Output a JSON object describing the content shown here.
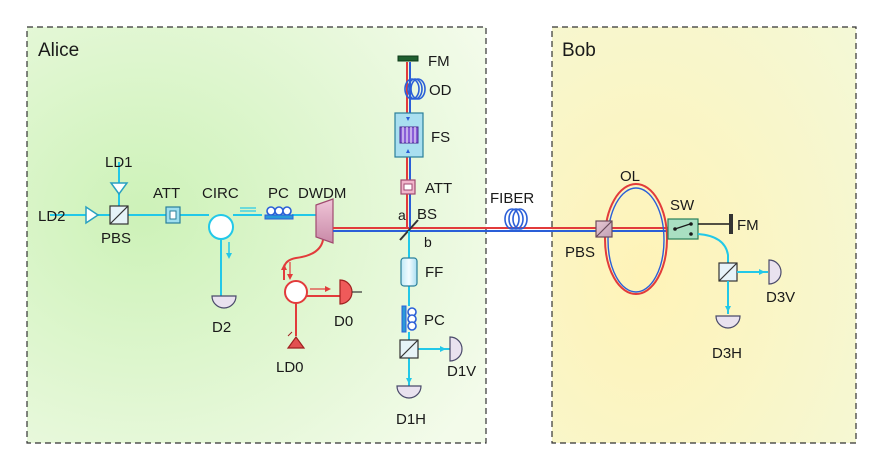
{
  "panels": {
    "alice": "Alice",
    "bob": "Bob"
  },
  "labels": {
    "fm_top": "FM",
    "od": "OD",
    "fs": "FS",
    "att_top": "ATT",
    "att_left": "ATT",
    "ld1": "LD1",
    "ld2": "LD2",
    "pbs_left": "PBS",
    "circ": "CIRC",
    "pc_left": "PC",
    "dwdm": "DWDM",
    "port_a": "a",
    "bs": "BS",
    "port_b": "b",
    "ff": "FF",
    "pc_mid": "PC",
    "d0": "D0",
    "ld0": "LD0",
    "d2": "D2",
    "d1v": "D1V",
    "d1h": "D1H",
    "fiber": "FIBER",
    "ol": "OL",
    "sw": "SW",
    "fm_right": "FM",
    "pbs_right": "PBS",
    "d3v": "D3V",
    "d3h": "D3H"
  },
  "colors": {
    "cyan": "#22c8e8",
    "red": "#e23b3b",
    "blue": "#2a5fd8",
    "alice_bg_start": "#d6f5c4",
    "alice_bg_end": "#f1fbe6",
    "bob_bg_start": "#fff6c6",
    "bob_bg_end": "#f6f9d8",
    "detector": "#e9e2ef",
    "detector_red": "#ef5a5a"
  }
}
